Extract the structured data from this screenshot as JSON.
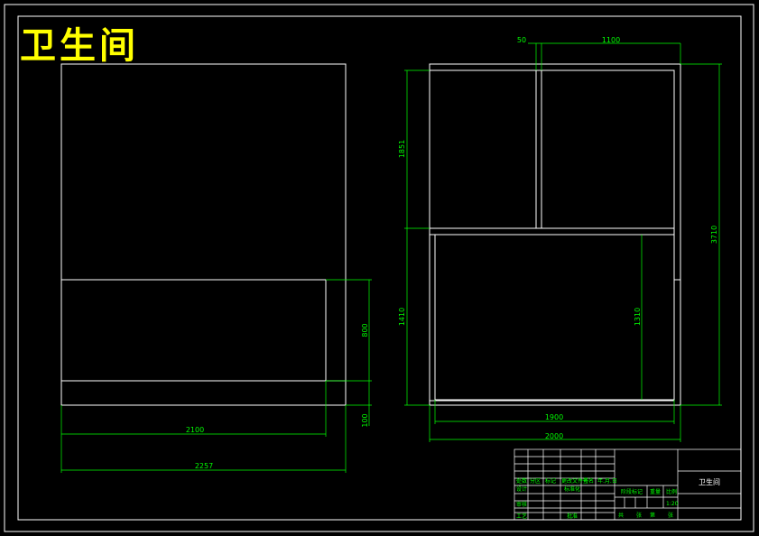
{
  "drawing_title": "卫生间",
  "dims": {
    "left_width_inner": "2100",
    "left_width_outer": "2257",
    "left_h_upper": "800",
    "left_h_lower": "100",
    "right_top_small": "50",
    "right_top_width": "1100",
    "right_h_upper": "1851",
    "right_h_lower": "1410",
    "right_total_h": "3710",
    "right_inner_h": "1310",
    "right_inner_w": "1900",
    "right_outer_w": "2000"
  },
  "title_block": {
    "name": "卫生间",
    "c1": "设计",
    "c2": "标准化",
    "c3": "分区",
    "c4": "更改文件号",
    "c5": "签名",
    "c6": "年.月.日",
    "c7": "审核",
    "c8": "工艺",
    "c9": "批准",
    "c10": "阶段标记",
    "c11": "重量",
    "c12": "比例",
    "c13": "共",
    "c14": "张",
    "c15": "第",
    "c16": "张",
    "c17": "1:20",
    "c18": "处数",
    "c19": "标记"
  },
  "colors": {
    "line": "#ffffff",
    "dimension": "#00ff00",
    "title": "#ffff00"
  }
}
